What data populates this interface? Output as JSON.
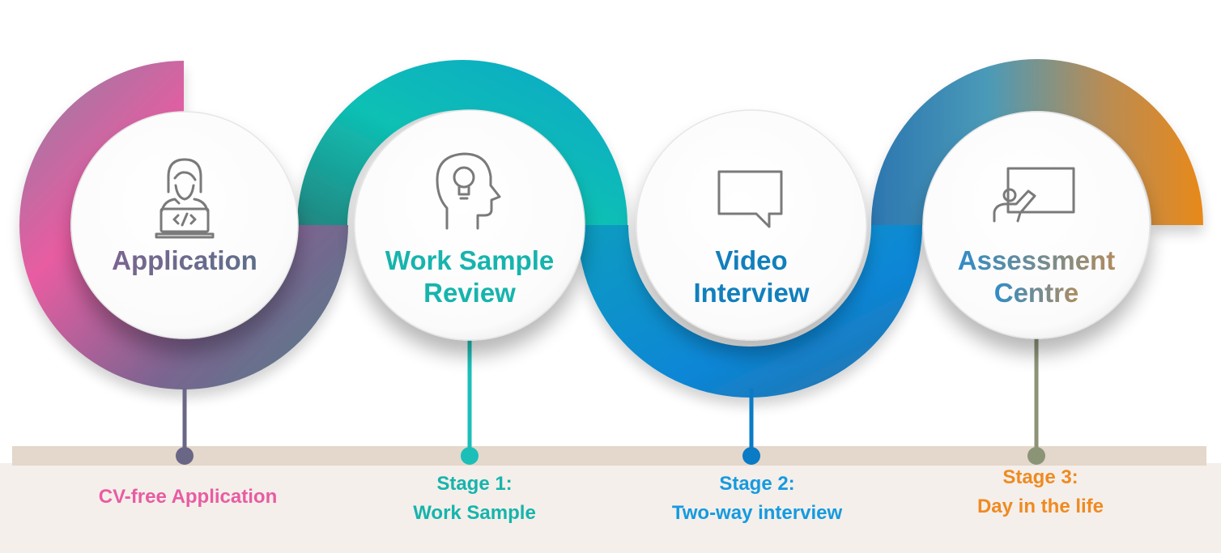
{
  "colors": {
    "pink": "#e85ca2",
    "purple": "#7a6590",
    "teal": "#14b9b4",
    "blue": "#0a84d0",
    "orange": "#e8891a",
    "olive": "#8f9a80",
    "track_band": "#e4d7cb",
    "footer_bg": "#f4efea"
  },
  "steps": [
    {
      "id": "application",
      "icon": "developer-laptop-icon",
      "title_lines": [
        "Application"
      ],
      "stage_lines": [
        "CV-free Application"
      ],
      "title_color": "#6c5f86",
      "stage_color": "#e85ca2",
      "dot_color": "#6a6686"
    },
    {
      "id": "work-sample",
      "icon": "head-lightbulb-icon",
      "title_lines": [
        "Work Sample",
        "Review"
      ],
      "stage_lines": [
        "Stage 1:",
        "Work Sample"
      ],
      "title_color": "#16b4ad",
      "stage_color": "#16b4ad",
      "dot_color": "#1bbfb8"
    },
    {
      "id": "video-interview",
      "icon": "speech-bubble-icon",
      "title_lines": [
        "Video",
        "Interview"
      ],
      "stage_lines": [
        "Stage 2:",
        "Two-way interview"
      ],
      "title_color": "#127fbd",
      "stage_color": "#159ae0",
      "dot_color": "#0a7bc4"
    },
    {
      "id": "assessment-centre",
      "icon": "presentation-board-icon",
      "title_lines": [
        "Assessment",
        "Centre"
      ],
      "stage_lines": [
        "Stage 3:",
        "Day in the life"
      ],
      "title_color": "#3f8fbf",
      "title_color_end": "#a88a63",
      "stage_color": "#ef8a22",
      "dot_color": "#8c9478"
    }
  ]
}
